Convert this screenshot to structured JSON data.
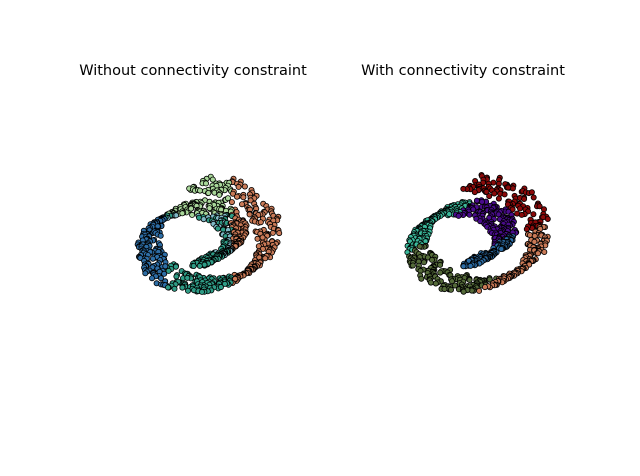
{
  "figure": {
    "left_title": "Without connectivity constraint",
    "right_title": "With connectivity constraint"
  },
  "chart_data": [
    {
      "type": "scatter",
      "title": "Without connectivity constraint",
      "projection": "3d",
      "axes_visible": false,
      "marker_edge": "#000000",
      "clusters": [
        {
          "color": "#8b0a0a",
          "label": ""
        },
        {
          "color": "#c97a57",
          "label": ""
        },
        {
          "color": "#2e6ea6",
          "label": ""
        },
        {
          "color": "#5b1a9a",
          "label": ""
        },
        {
          "color": "#2f9c86",
          "label": ""
        },
        {
          "color": "#a9d79a",
          "label": ""
        },
        {
          "color": "#7fb8c6",
          "label": ""
        }
      ]
    },
    {
      "type": "scatter",
      "title": "With connectivity constraint",
      "projection": "3d",
      "axes_visible": false,
      "marker_edge": "#000000",
      "clusters": [
        {
          "color": "#8b0a0a",
          "label": ""
        },
        {
          "color": "#c97a57",
          "label": ""
        },
        {
          "color": "#2e6ea6",
          "label": ""
        },
        {
          "color": "#4a0c8c",
          "label": ""
        },
        {
          "color": "#3bb89a",
          "label": ""
        },
        {
          "color": "#556b3a",
          "label": ""
        }
      ]
    }
  ]
}
